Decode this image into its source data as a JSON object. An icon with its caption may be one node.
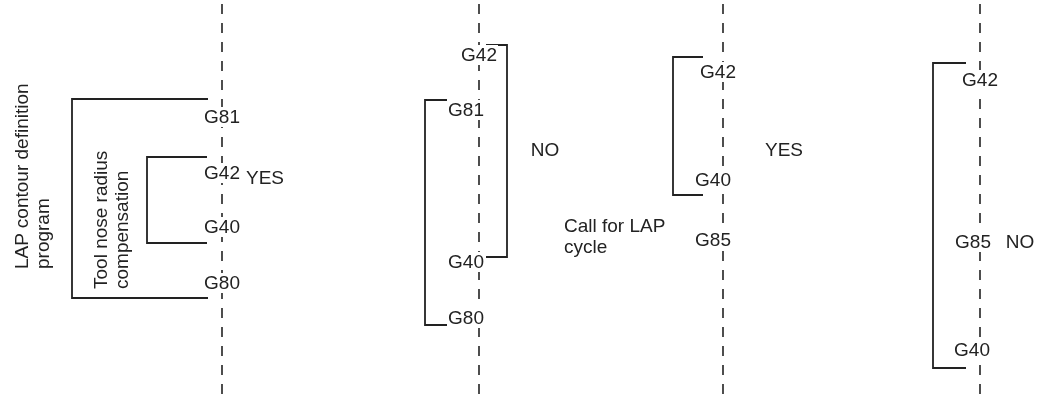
{
  "diagram": {
    "labels": [
      "LAP contour definition program",
      "Tool nose radius compensation",
      "G81",
      "G42",
      "YES",
      "G40",
      "G80",
      "G42",
      "G81",
      "NO",
      "G40",
      "G80",
      "G42",
      "YES",
      "G40",
      "Call for LAP cycle",
      "G85",
      "G42",
      "G85",
      "NO",
      "G40"
    ]
  }
}
